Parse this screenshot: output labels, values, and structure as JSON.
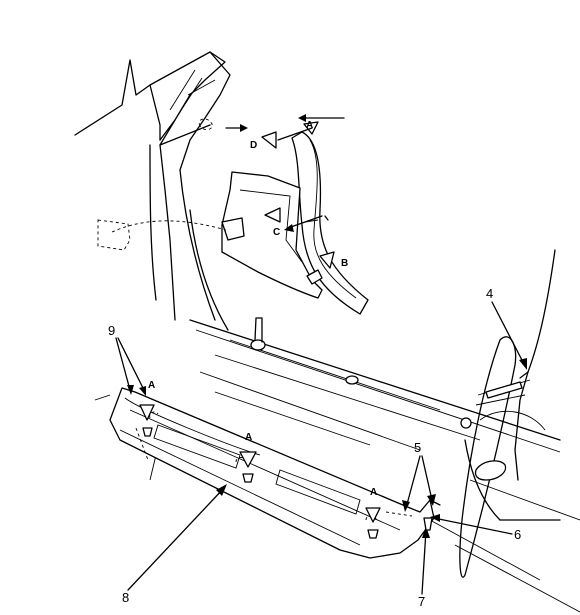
{
  "callouts": {
    "c4": "4",
    "c5": "5",
    "c6": "6",
    "c7": "7",
    "c8": "8",
    "c9": "9"
  },
  "clip_labels": {
    "a1": "A",
    "a2": "A",
    "a3": "A",
    "a4": "A",
    "b": "B",
    "c": "C",
    "d": "D"
  }
}
